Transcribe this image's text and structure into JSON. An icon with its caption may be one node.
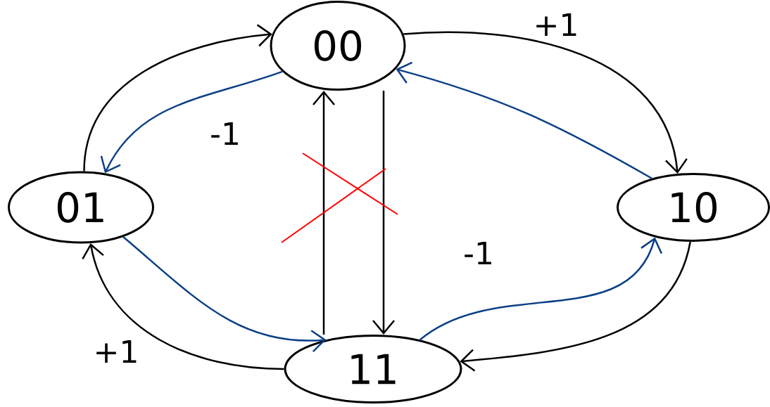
{
  "diagram": {
    "nodes": [
      {
        "text": [
          "00"
        ]
      },
      {
        "text": [
          "01"
        ]
      },
      {
        "text": [
          "10"
        ]
      },
      {
        "text": [
          "11"
        ]
      }
    ],
    "edges": [
      {
        "from": 0,
        "to": 2,
        "arrow": "to",
        "label": "+1"
      },
      {
        "from": 2,
        "to": 3,
        "arrow": "to"
      },
      {
        "from": 3,
        "to": 1,
        "arrow": "to",
        "label": "+1"
      },
      {
        "from": 1,
        "to": 0,
        "arrow": "to"
      },
      {
        "from": 0,
        "to": 1,
        "arrow": "to",
        "label": "-1",
        "color": "#0b3f86"
      },
      {
        "from": 1,
        "to": 3,
        "arrow": "to",
        "color": "#0b3f86"
      },
      {
        "from": 3,
        "to": 2,
        "arrow": "to",
        "label": "-1",
        "color": "#0b3f86"
      },
      {
        "from": 2,
        "to": 0,
        "arrow": "to",
        "color": "#0b3f86"
      },
      {
        "from": 3,
        "to": 0,
        "arrow": "to"
      },
      {
        "from": 0,
        "to": 3,
        "arrow": "to"
      }
    ]
  }
}
